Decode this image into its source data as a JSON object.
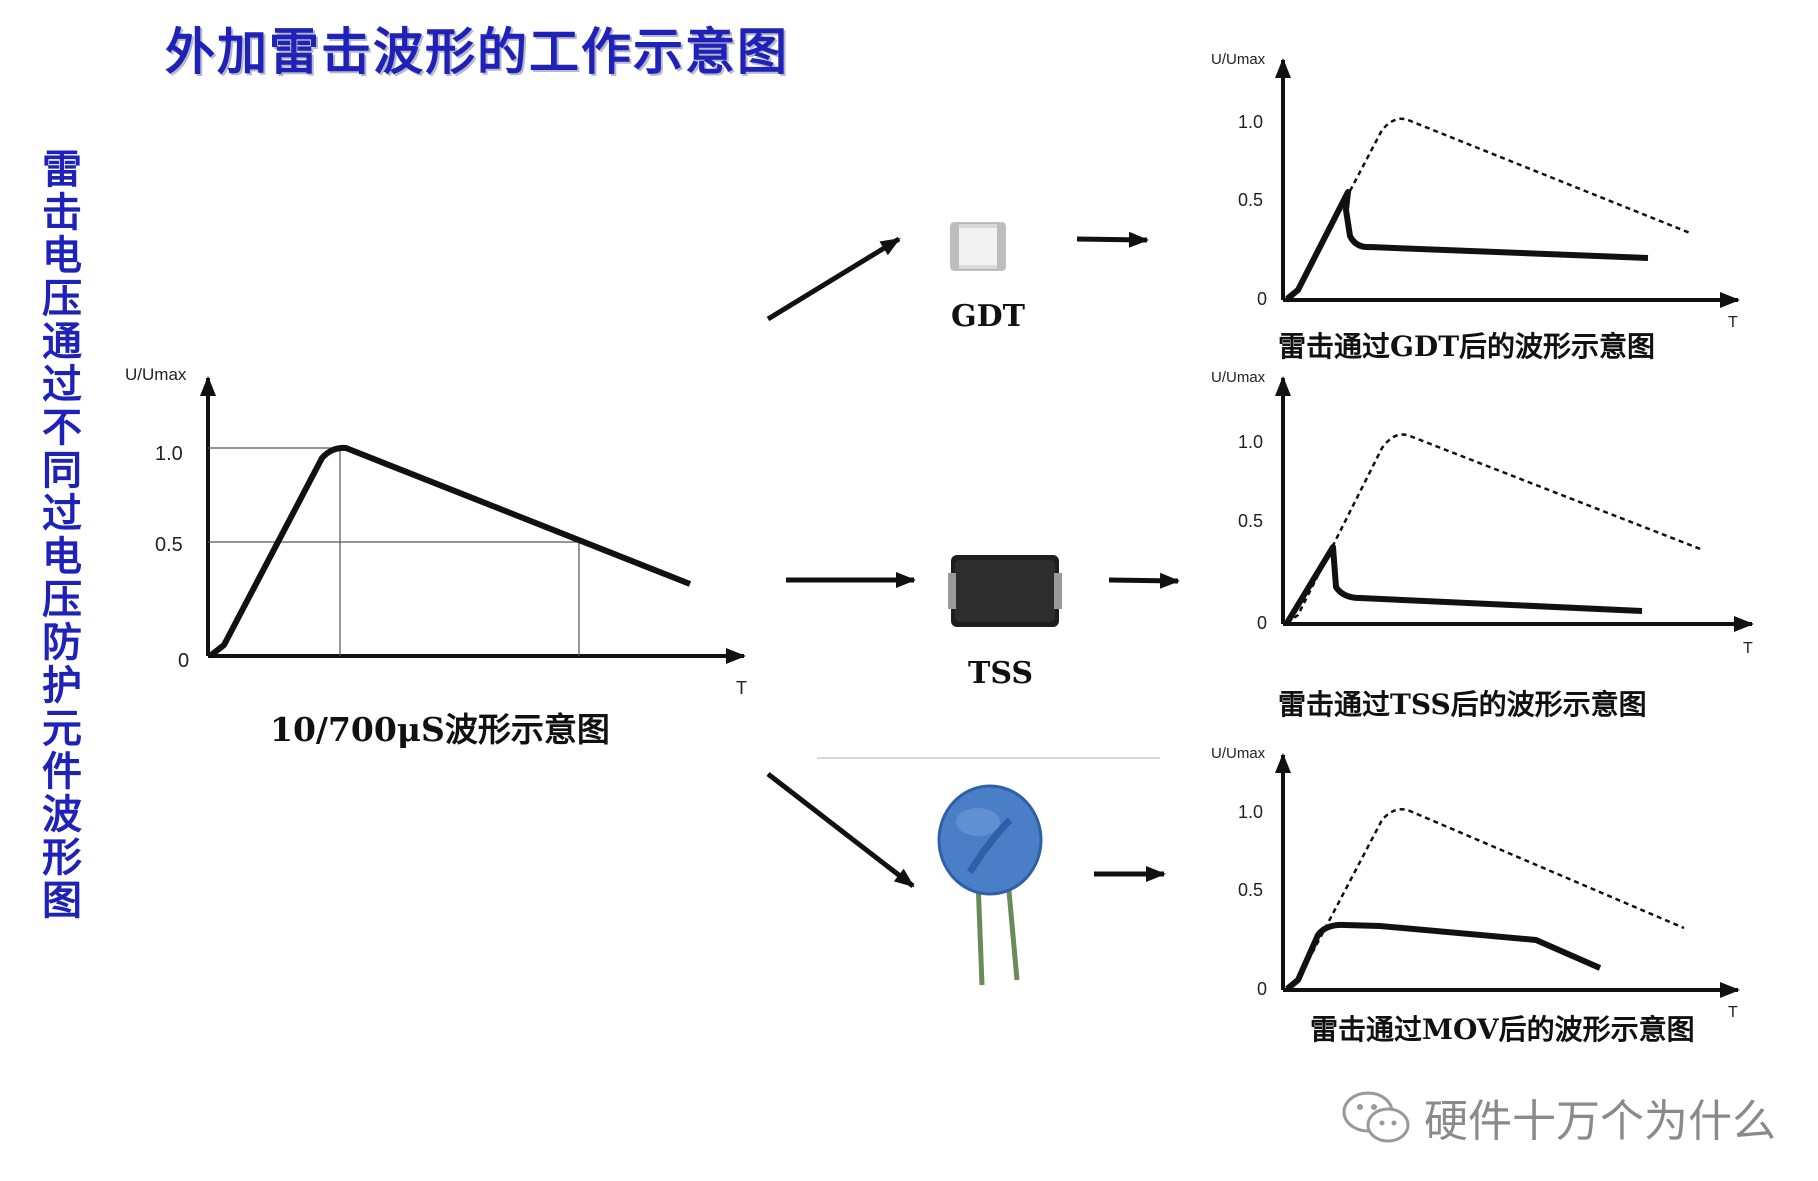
{
  "title": "外加雷击波形的工作示意图",
  "side_title": "雷击电压通过不同过电压防护元件波形图",
  "main_chart": {
    "y_axis_label": "U/Umax",
    "x_axis_label": "T",
    "y_ticks": [
      "1.0",
      "0.5",
      "0"
    ],
    "caption": "10/700μS波形示意图"
  },
  "components": [
    {
      "name": "GDT"
    },
    {
      "name": "TSS"
    },
    {
      "name": ""
    }
  ],
  "result_charts": [
    {
      "y_axis_label": "U/Umax",
      "x_axis_label": "T",
      "y_ticks": [
        "1.0",
        "0.5",
        "0"
      ],
      "caption": "雷击通过GDT后的波形示意图"
    },
    {
      "y_axis_label": "U/Umax",
      "x_axis_label": "T",
      "y_ticks": [
        "1.0",
        "0.5",
        "0"
      ],
      "caption": "雷击通过TSS后的波形示意图"
    },
    {
      "y_axis_label": "U/Umax",
      "x_axis_label": "T",
      "y_ticks": [
        "1.0",
        "0.5",
        "0"
      ],
      "caption": "雷击通过MOV后的波形示意图"
    }
  ],
  "watermark": "硬件十万个为什么",
  "colors": {
    "title": "#1f22b8",
    "varistor": "#4a7fc8"
  }
}
